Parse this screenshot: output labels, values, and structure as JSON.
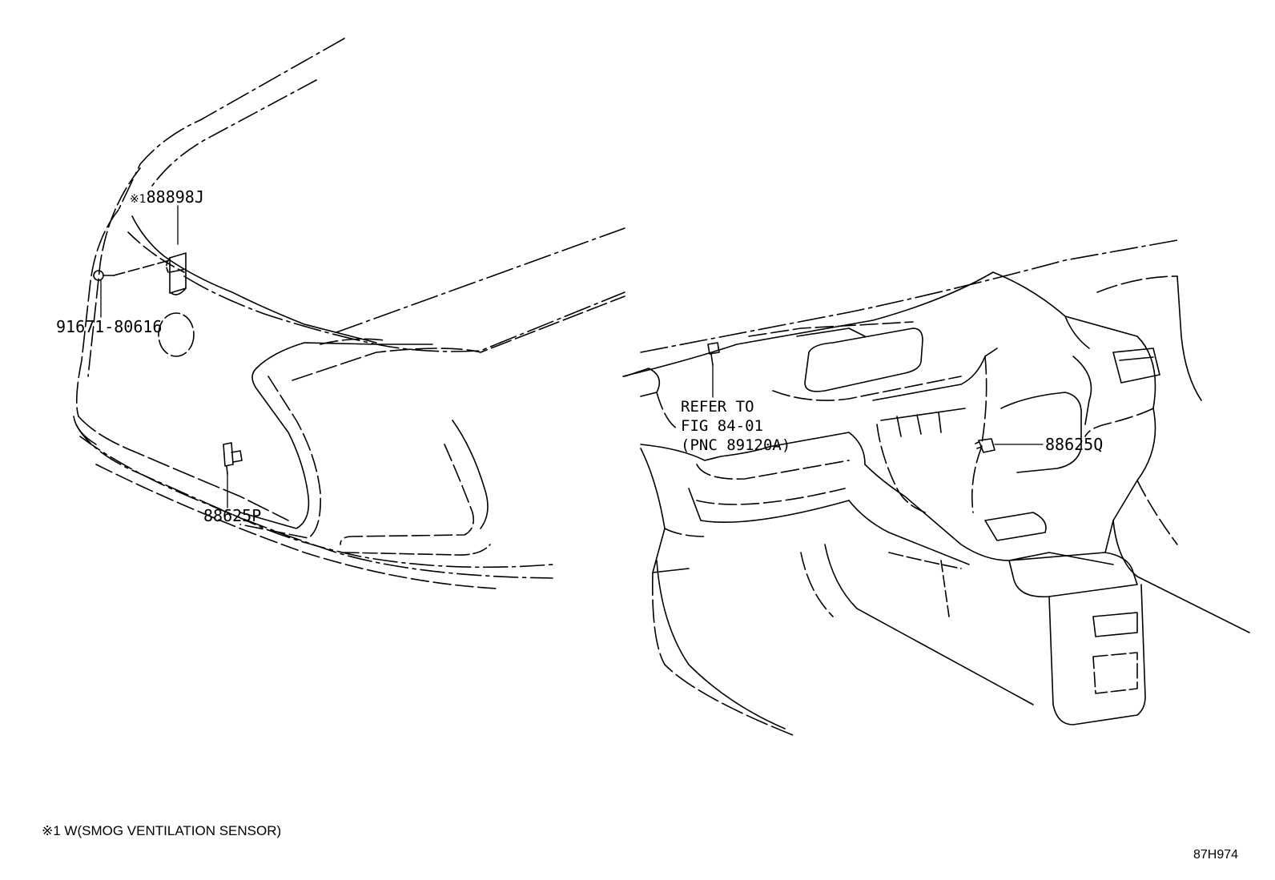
{
  "callouts": {
    "sensor_top_marker": "※1",
    "sensor_top_part": "88898J",
    "bolt_part": "91671-80616",
    "sensor_bumper_part": "88625P",
    "sensor_dash_part": "88625Q",
    "refer_line1": "REFER TO",
    "refer_line2": "FIG 84-01",
    "refer_line3": "(PNC 89120A)"
  },
  "footnote": "※1 W(SMOG VENTILATION SENSOR)",
  "figure_code": "87H974"
}
